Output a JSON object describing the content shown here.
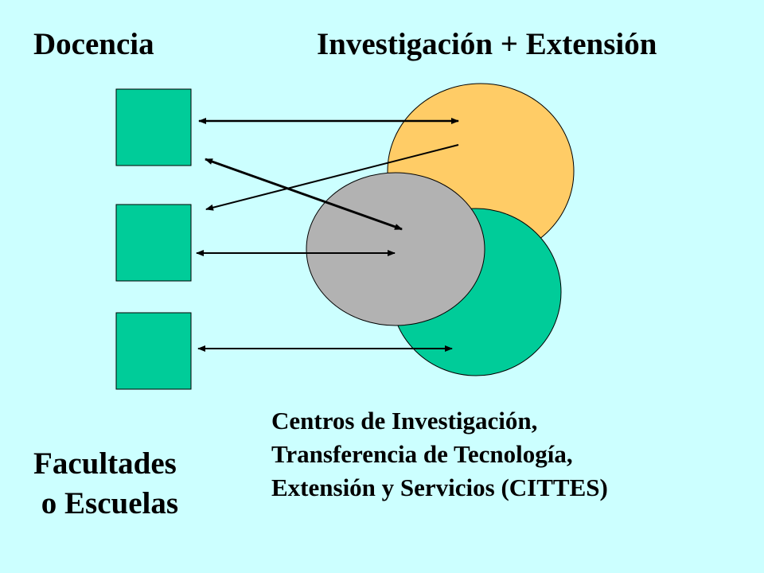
{
  "headings": {
    "left": "Docencia",
    "right": "Investigación + Extensión"
  },
  "faculties_label": {
    "line1": "Facultades",
    "line2": " o Escuelas"
  },
  "centers_label": {
    "line1": "Centros de Investigación,",
    "line2": "Transferencia de Tecnología,",
    "line3": "Extensión y Servicios (CITTES)"
  },
  "colors": {
    "background": "#ccffff",
    "faculty_box": "#00cc99",
    "circle_top": "#ffcc66",
    "circle_bottom": "#00cc99",
    "circle_middle": "#b2b2b2",
    "arrow": "#000000"
  }
}
